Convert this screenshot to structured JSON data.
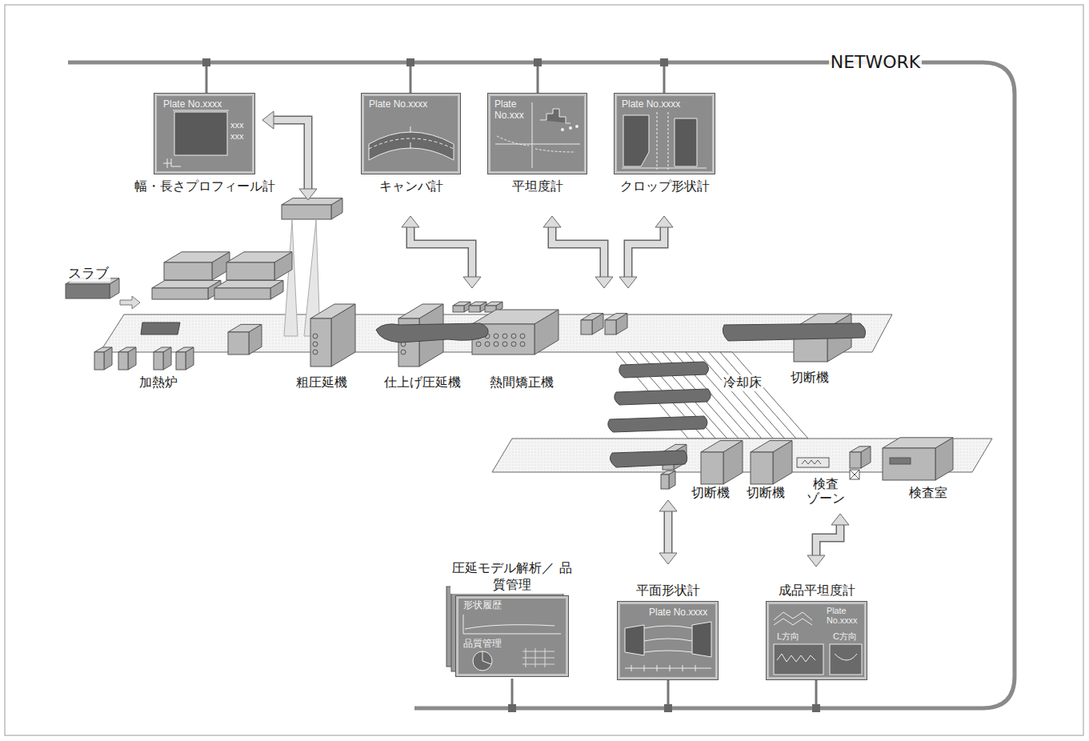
{
  "diagram": {
    "nodes": [
      {
        "text": [
          "Plate No.xxxx",
          "xxx",
          "xxx",
          "幅・長さプロフィール計"
        ]
      },
      {
        "text": [
          "Plate No.xxxx",
          "キャンバ計"
        ]
      },
      {
        "text": [
          "Plate No.xxx",
          "平坦度計"
        ]
      },
      {
        "text": [
          "Plate No.xxxx",
          "クロップ形状計"
        ]
      },
      {
        "text": [
          "圧延モデル解析／ 品質管理",
          "形状履歴",
          "品質管理"
        ]
      },
      {
        "text": [
          "平面形状計",
          "Plate No.xxxx"
        ]
      },
      {
        "text": [
          "成品平坦度計",
          "Plate No.xxxx",
          "L方向",
          "C方向"
        ]
      }
    ],
    "labels": [
      "NETWORK",
      "スラブ",
      "加熱炉",
      "粗圧延機",
      "仕上げ圧延機",
      "熱間矯正機",
      "冷却床",
      "切断機",
      "切断機",
      "切断機",
      "検査 ゾーン",
      "検査室"
    ]
  }
}
